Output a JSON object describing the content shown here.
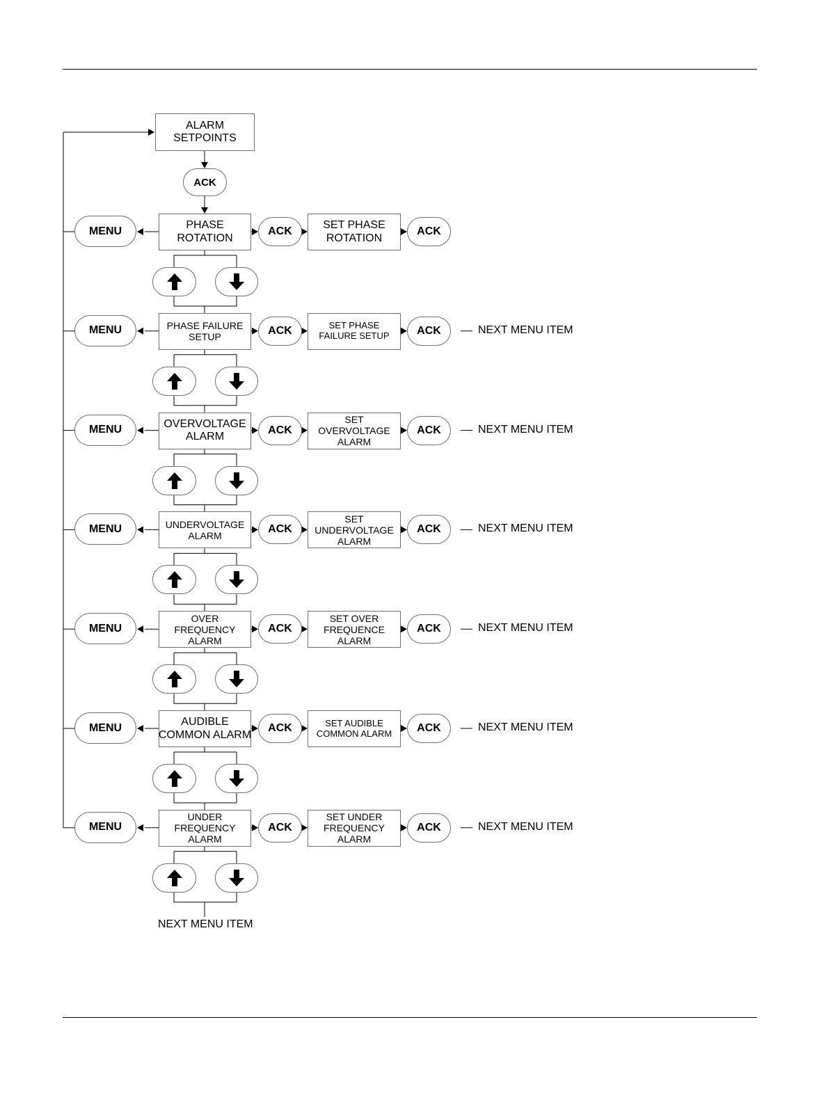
{
  "start": {
    "lines": [
      "ALARM",
      "SETPOINTS"
    ]
  },
  "labels": {
    "ack": "ACK",
    "menu": "MENU",
    "next": "NEXT MENU ITEM",
    "up_icon": "arrow-up-icon",
    "down_icon": "arrow-down-icon"
  },
  "rows": [
    {
      "item": [
        "PHASE",
        "ROTATION"
      ],
      "set": [
        "SET PHASE",
        "ROTATION"
      ],
      "next": false
    },
    {
      "item": [
        "PHASE FAILURE",
        "SETUP"
      ],
      "set": [
        "SET PHASE",
        "FAILURE SETUP"
      ],
      "next": true
    },
    {
      "item": [
        "OVERVOLTAGE",
        "ALARM"
      ],
      "set": [
        "SET",
        "OVERVOLTAGE",
        "ALARM"
      ],
      "next": true
    },
    {
      "item": [
        "UNDERVOLTAGE",
        "ALARM"
      ],
      "set": [
        "SET",
        "UNDERVOLTAGE",
        "ALARM"
      ],
      "next": true
    },
    {
      "item": [
        "OVER",
        "FREQUENCY",
        "ALARM"
      ],
      "set": [
        "SET OVER",
        "FREQUENCE",
        "ALARM"
      ],
      "next": true
    },
    {
      "item": [
        "AUDIBLE",
        "COMMON ALARM"
      ],
      "set": [
        "SET AUDIBLE",
        "COMMON ALARM"
      ],
      "next": true
    },
    {
      "item": [
        "UNDER",
        "FREQUENCY",
        "ALARM"
      ],
      "set": [
        "SET UNDER",
        "FREQUENCY",
        "ALARM"
      ],
      "next": true
    }
  ],
  "bottom_next": "NEXT MENU ITEM"
}
